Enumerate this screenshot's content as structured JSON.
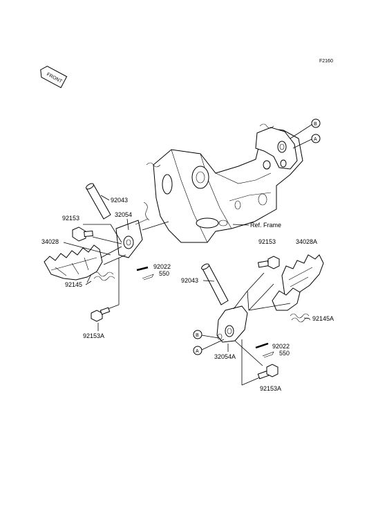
{
  "diagram_code": "F2160",
  "front_marker": "FRONT",
  "frame_ref": "Ref. Frame",
  "left": {
    "p92043": "92043",
    "p92153": "92153",
    "p32054": "32054",
    "p34028": "34028",
    "p92022": "92022",
    "p550": "550",
    "p92145": "92145",
    "p92153A": "92153A"
  },
  "right": {
    "p92153": "92153",
    "p34028A": "34028A",
    "p92043": "92043",
    "p92145A": "92145A",
    "p92022": "92022",
    "p550": "550",
    "p32054A": "32054A",
    "p92153A": "92153A"
  },
  "markers": {
    "a": "A",
    "b": "B"
  }
}
